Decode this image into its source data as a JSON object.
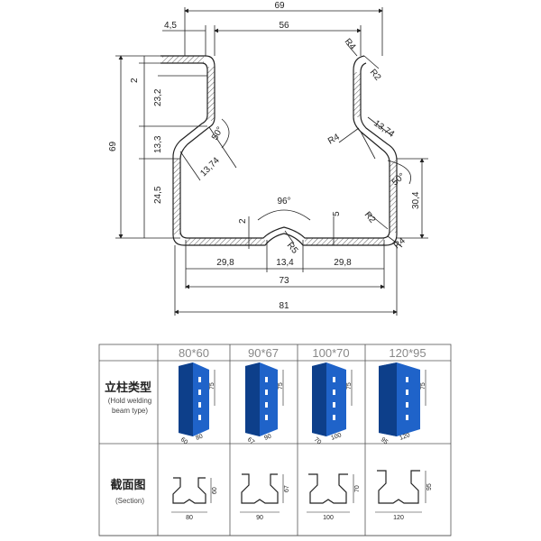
{
  "drawing": {
    "dims": {
      "top_overall": "69",
      "top_inner": "56",
      "left_flange": "4,5",
      "r4_top_right": "R4",
      "r2_top_right": "R2",
      "left_2": "2",
      "left_232": "23,2",
      "left_133": "13,3",
      "left_245": "24,5",
      "left_69": "69",
      "angle_50_left": "50°",
      "d1374_left": "13,74",
      "d1374_right": "13,74",
      "r4_mid_right": "R4",
      "angle_50_right": "50°",
      "right_304": "30,4",
      "r2_bottom_right": "R2",
      "r4_bottom_right": "R4",
      "angle_96": "96°",
      "r5": "R5",
      "groove_2": "2",
      "groove_5": "5",
      "bot_298_left": "29,8",
      "bot_134": "13,4",
      "bot_298_right": "29,8",
      "bot_73": "73",
      "bot_81": "81"
    }
  },
  "table": {
    "headers": [
      "80*60",
      "90*67",
      "100*70",
      "120*95"
    ],
    "row1_label_cn": "立柱类型",
    "row1_label_en1": "(Hold welding",
    "row1_label_en2": "beam type)",
    "row2_label_cn": "截面图",
    "row2_label_en": "(Section)",
    "uprights": [
      {
        "h": "75",
        "w1": "60",
        "w2": "80"
      },
      {
        "h": "75",
        "w1": "67",
        "w2": "90"
      },
      {
        "h": "75",
        "w1": "70",
        "w2": "100"
      },
      {
        "h": "75",
        "w1": "95",
        "w2": "120"
      }
    ],
    "sections": [
      {
        "w": "80",
        "h": "60"
      },
      {
        "w": "90",
        "h": "67"
      },
      {
        "w": "100",
        "h": "70"
      },
      {
        "w": "120",
        "h": "95"
      }
    ],
    "colors": {
      "upright_blue": "#1f63c9",
      "upright_dark": "#0d3f8a"
    }
  }
}
